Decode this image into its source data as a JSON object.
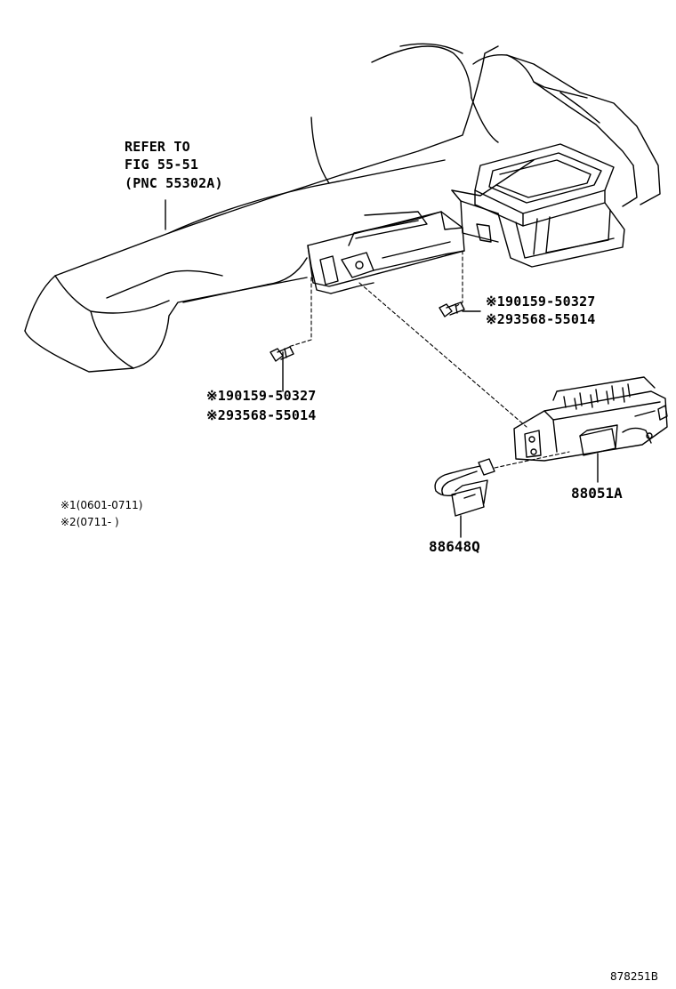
{
  "diagram": {
    "refer_text": {
      "line1": "REFER TO",
      "line2": "FIG 55-51",
      "line3": "(PNC 55302A)"
    },
    "callouts": {
      "bolt_upper": {
        "line1": "※190159-50327",
        "line2": "※293568-55014"
      },
      "bolt_lower": {
        "line1": "※190159-50327",
        "line2": "※293568-55014"
      },
      "switch_part": "88051A",
      "connector_part": "88648Q"
    },
    "notes": [
      "※1(0601-0711)",
      "※2(0711-      )"
    ],
    "figure_code": "878251B"
  }
}
